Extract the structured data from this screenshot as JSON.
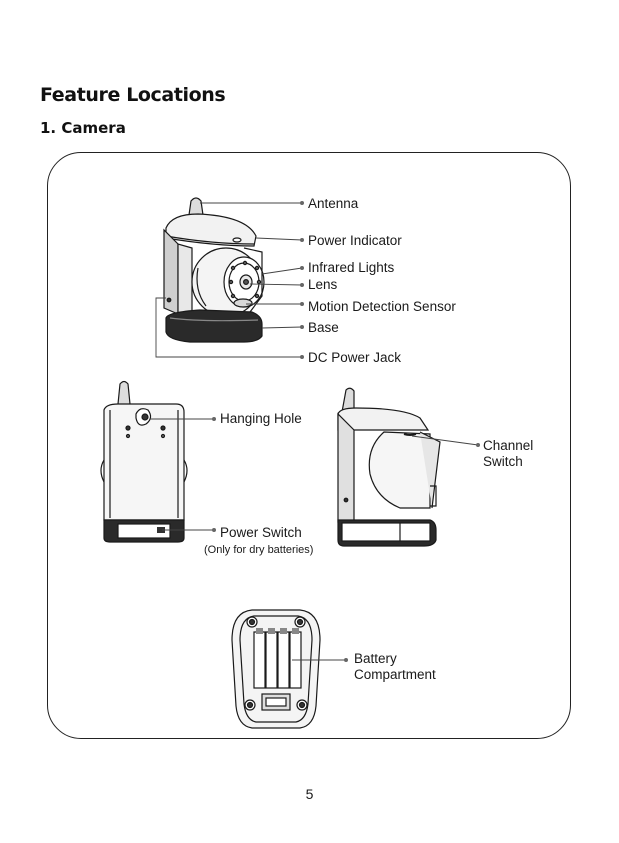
{
  "header": {
    "title": "Feature Locations",
    "subtitle": "1. Camera"
  },
  "labels": {
    "antenna": "Antenna",
    "power_indicator": "Power Indicator",
    "infrared_lights": "Infrared Lights",
    "lens": "Lens",
    "motion_sensor": "Motion Detection Sensor",
    "base": "Base",
    "dc_power_jack": "DC Power Jack",
    "hanging_hole": "Hanging Hole",
    "power_switch": "Power Switch",
    "power_switch_note": "(Only for dry batteries)",
    "channel_line1": "Channel",
    "channel_line2": "Switch",
    "battery_line1": "Battery",
    "battery_line2": "Compartment"
  },
  "footer": {
    "page_number": "5"
  }
}
